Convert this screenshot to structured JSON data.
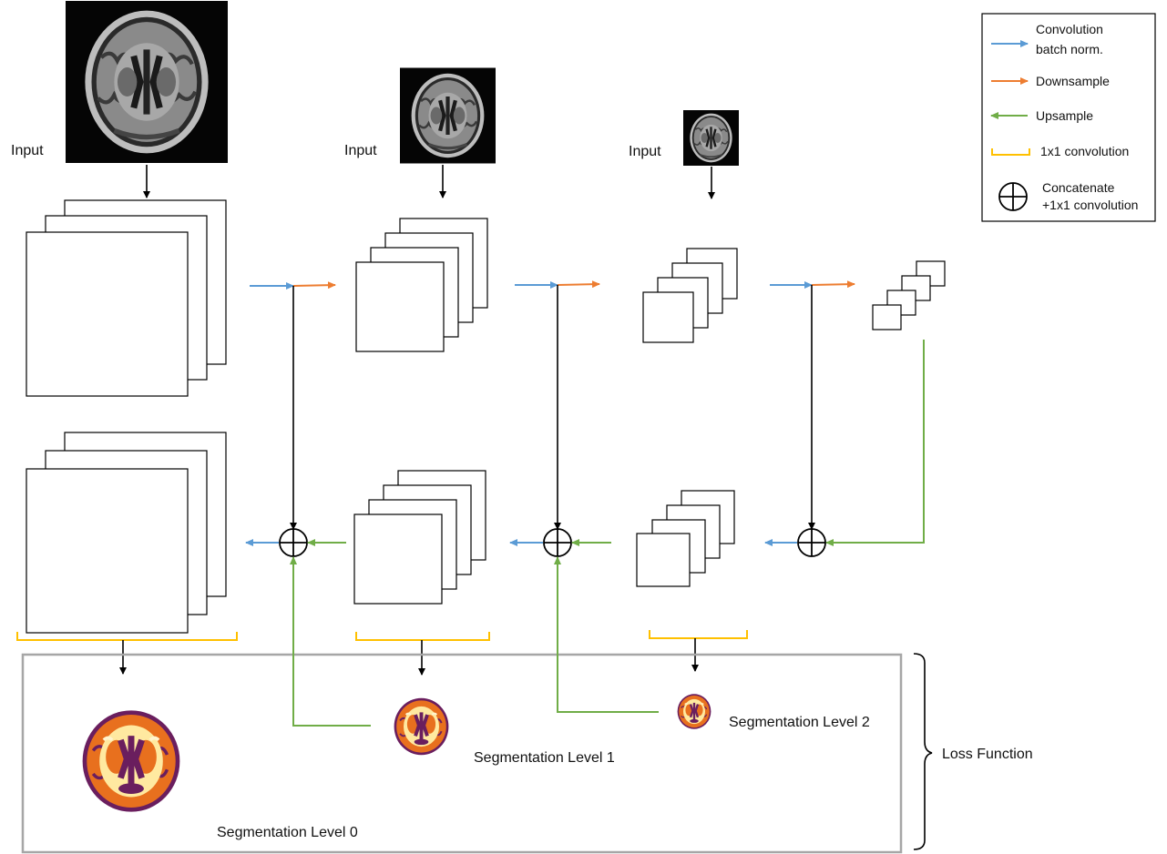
{
  "colors": {
    "conv": "#5b9bd5",
    "down": "#ed7d31",
    "up": "#70ad47",
    "one_by_one": "#ffc000",
    "loss_box": "#a6a6a6",
    "seg_dark": "#6a1e5e",
    "seg_mid": "#e8701e",
    "seg_light": "#ffe9a0"
  },
  "labels": {
    "input_0": "Input",
    "input_1": "Input",
    "input_2": "Input",
    "seg_level_0": "Segmentation Level 0",
    "seg_level_1": "Segmentation Level 1",
    "seg_level_2": "Segmentation Level 2",
    "loss_function": "Loss Function"
  },
  "legend": {
    "conv_line1": "Convolution",
    "conv_line2": "batch norm.",
    "down": "Downsample",
    "up": "Upsample",
    "one_by_one": "1x1 convolution",
    "concat_line1": "Concatenate",
    "concat_line2": "+1x1 convolution"
  },
  "icons": {
    "input_image": "brain-mri-slice",
    "segmentation": "brain-segmentation-map",
    "concat": "circled-plus-icon"
  }
}
